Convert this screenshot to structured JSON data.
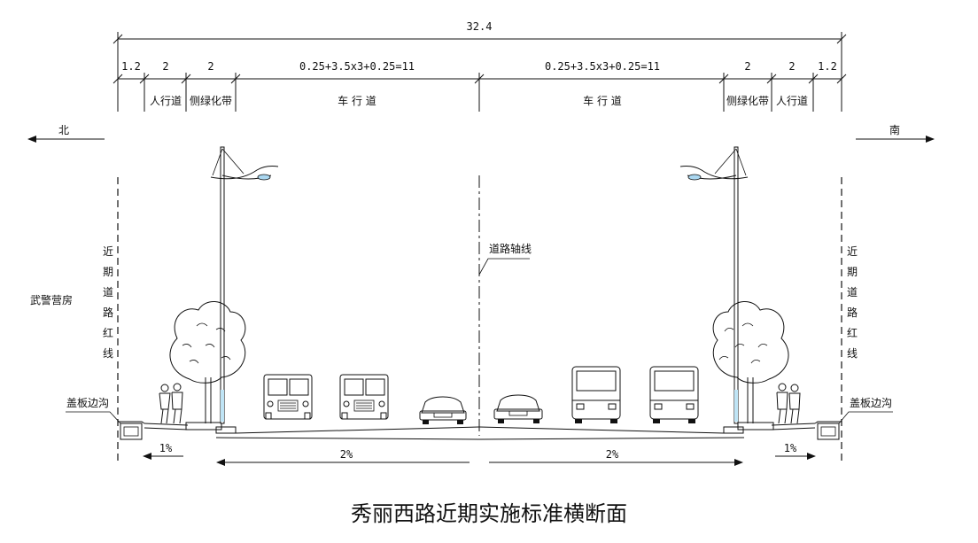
{
  "dimensions": {
    "total": "32.4",
    "segments": [
      "1.2",
      "2",
      "2",
      "0.25+3.5x3+0.25=11",
      "0.25+3.5x3+0.25=11",
      "2",
      "2",
      "1.2"
    ]
  },
  "zones": {
    "left_sidewalk": "人行道",
    "left_green": "侧绿化带",
    "left_carriageway": "车 行 道",
    "right_carriageway": "车 行 道",
    "right_green": "侧绿化带",
    "right_sidewalk": "人行道"
  },
  "directions": {
    "north": "北",
    "south": "南"
  },
  "road_axis": "道路轴线",
  "red_line": [
    "近",
    "期",
    "道",
    "路",
    "红",
    "线"
  ],
  "building": "武警营房",
  "drain_left": "盖板边沟",
  "drain_right": "盖板边沟",
  "slopes": {
    "left_sidewalk": "1%",
    "left_road": "2%",
    "right_road": "2%",
    "right_sidewalk": "1%"
  },
  "caption": "秀丽西路近期实施标准横断面"
}
